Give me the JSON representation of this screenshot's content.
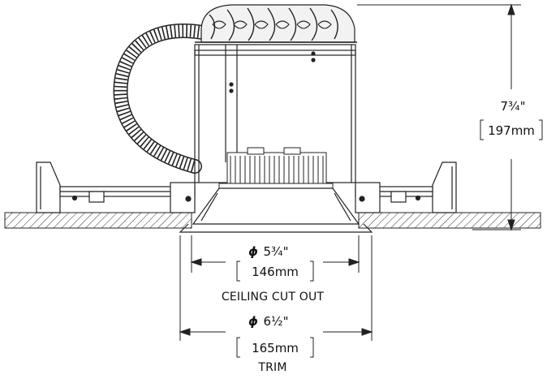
{
  "height_dimension": {
    "imperial": "7¾\"",
    "metric": "197mm"
  },
  "cutout_dimension": {
    "imperial": "5¾\"",
    "metric": "146mm",
    "label": "CEILING CUT OUT"
  },
  "trim_dimension": {
    "imperial": "6½\"",
    "metric": "165mm",
    "label": "TRIM"
  },
  "diameter_symbol": "ϕ"
}
